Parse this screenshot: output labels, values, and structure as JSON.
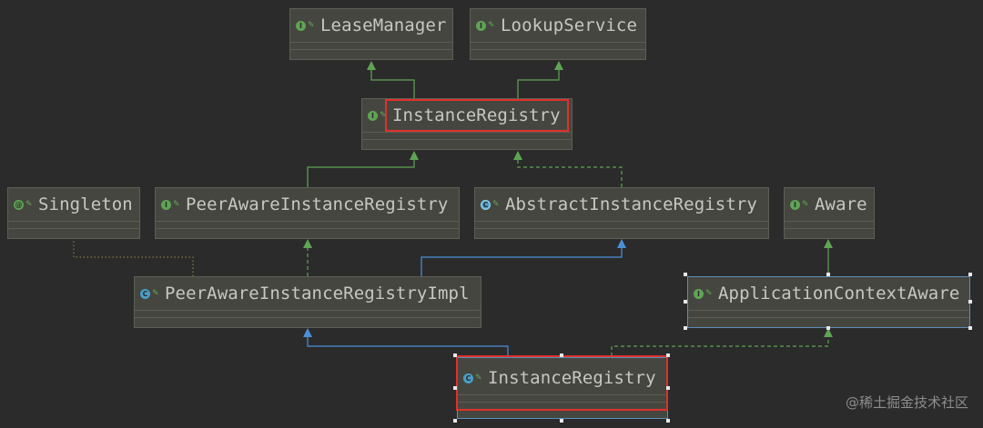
{
  "diagram": {
    "nodes": {
      "lease_manager": {
        "label": "LeaseManager",
        "kind": "interface"
      },
      "lookup_service": {
        "label": "LookupService",
        "kind": "interface"
      },
      "instance_registry_iface": {
        "label": "InstanceRegistry",
        "kind": "interface"
      },
      "singleton": {
        "label": "Singleton",
        "kind": "annotation-interface"
      },
      "peer_aware": {
        "label": "PeerAwareInstanceRegistry",
        "kind": "interface"
      },
      "abstract_registry": {
        "label": "AbstractInstanceRegistry",
        "kind": "abstract-class"
      },
      "aware": {
        "label": "Aware",
        "kind": "interface"
      },
      "peer_aware_impl": {
        "label": "PeerAwareInstanceRegistryImpl",
        "kind": "class"
      },
      "app_ctx_aware": {
        "label": "ApplicationContextAware",
        "kind": "interface"
      },
      "instance_registry_class": {
        "label": "InstanceRegistry",
        "kind": "class"
      }
    },
    "colors": {
      "background": "#2b2b2b",
      "node_fill": "#45463f",
      "extends_interface": "#5fa454",
      "extends_class": "#4a90d9",
      "highlight": "#e0302a",
      "text": "#c7c8c2"
    }
  },
  "watermark": "@稀土掘金技术社区"
}
